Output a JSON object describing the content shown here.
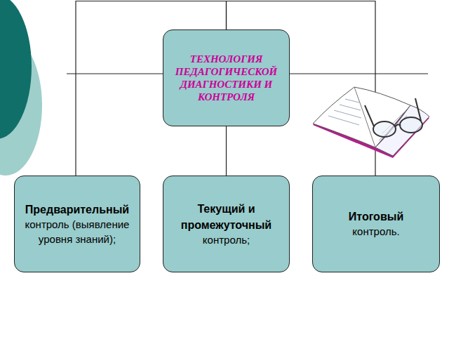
{
  "diagram": {
    "nodes": [
      {
        "text": [
          "ТЕХНОЛОГИЯ ПЕДАГОГИЧЕСКОЙ ДИАГНОСТИКИ И КОНТРОЛЯ"
        ]
      },
      {
        "text": [
          "Предварительный",
          "контроль (выявление уровня знаний);"
        ]
      },
      {
        "text": [
          "Текущий и промежуточный",
          "контроль;"
        ]
      },
      {
        "text": [
          "Итоговый",
          "контроль."
        ]
      }
    ],
    "edges": [
      {
        "from": 0,
        "to": 1,
        "arrow": "none"
      },
      {
        "from": 0,
        "to": 2,
        "arrow": "none"
      },
      {
        "from": 0,
        "to": 3,
        "arrow": "none"
      }
    ]
  }
}
